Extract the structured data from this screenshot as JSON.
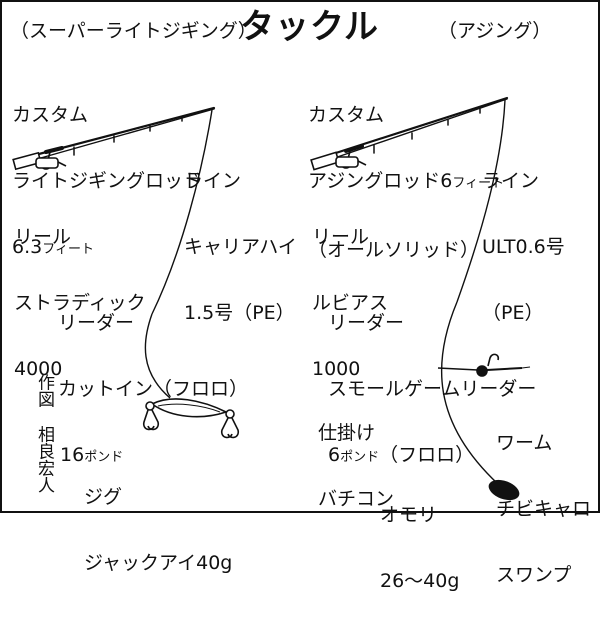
{
  "header": {
    "title": "タックル",
    "left_subtitle": "（スーパーライトジギング）",
    "right_subtitle": "（アジング）"
  },
  "left_tackle": {
    "rod": {
      "line1": "カスタム",
      "line2": "ライトジギングロッド",
      "line3_main": "6.3",
      "line3_unit": "フィート"
    },
    "line": {
      "line1": "ライン",
      "line2": "キャリアハイ",
      "line3": "1.5号（PE）"
    },
    "reel": {
      "line1": "リール",
      "line2": "ストラディック",
      "line3": "4000"
    },
    "leader": {
      "line1": "リーダー",
      "line2": "カットイン（フロロ）",
      "line3_main": "16",
      "line3_unit": "ポンド"
    },
    "lure": {
      "line1": "ジグ",
      "line2": "ジャックアイ40g"
    }
  },
  "right_tackle": {
    "rod": {
      "line1": "カスタム",
      "line2_main": "アジングロッド6",
      "line2_unit": "フィート",
      "line3": "（オールソリッド）"
    },
    "line": {
      "line1": "ライン",
      "line2": "ULT0.6号",
      "line3": "（PE）"
    },
    "reel": {
      "line1": "リール",
      "line2": "ルビアス",
      "line3": "1000"
    },
    "leader": {
      "line1": "リーダー",
      "line2": "スモールゲームリーダー",
      "line3_main": "6",
      "line3_unit": "ポンド",
      "line3_tail": "（フロロ）"
    },
    "rig": {
      "line1": "仕掛け",
      "line2": "バチコン"
    },
    "worm": {
      "line1": "ワーム",
      "line2": "チビキャロ",
      "line3": "スワンプ"
    },
    "sinker": {
      "line1": "オモリ",
      "line2": "26〜40g"
    }
  },
  "credit": {
    "line1": "作図",
    "line2": "相良宏人"
  }
}
